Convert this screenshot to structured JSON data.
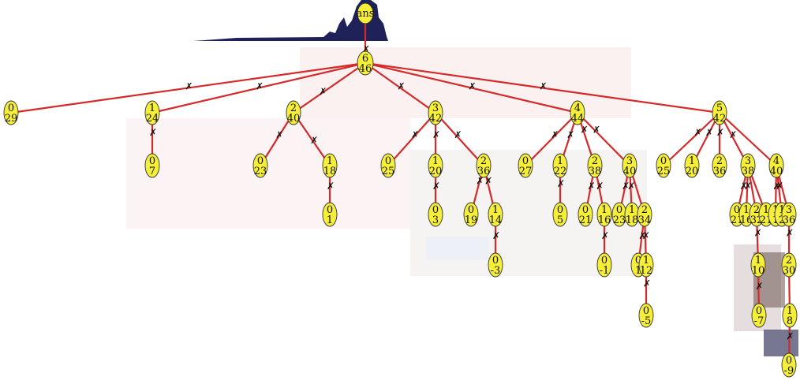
{
  "diagram": {
    "root_label": "ans",
    "cut_mark": "✗",
    "nodes": [
      {
        "id": "root",
        "a": "6",
        "b": "46"
      },
      {
        "id": "a0",
        "a": "0",
        "b": "29"
      },
      {
        "id": "a1",
        "a": "1",
        "b": "24"
      },
      {
        "id": "a2",
        "a": "2",
        "b": "40"
      },
      {
        "id": "a3",
        "a": "3",
        "b": "42"
      },
      {
        "id": "a4",
        "a": "4",
        "b": "44"
      },
      {
        "id": "a5",
        "a": "5",
        "b": "42"
      },
      {
        "id": "a1c0",
        "a": "0",
        "b": "7"
      },
      {
        "id": "a2c0",
        "a": "0",
        "b": "23"
      },
      {
        "id": "a2c1",
        "a": "1",
        "b": "18"
      },
      {
        "id": "a2c1c0",
        "a": "0",
        "b": "1"
      },
      {
        "id": "a3c0",
        "a": "0",
        "b": "25"
      },
      {
        "id": "a3c1",
        "a": "1",
        "b": "20"
      },
      {
        "id": "a3c2",
        "a": "2",
        "b": "36"
      },
      {
        "id": "a3c1c0",
        "a": "0",
        "b": "3"
      },
      {
        "id": "a3c2c0",
        "a": "0",
        "b": "19"
      },
      {
        "id": "a3c2c1",
        "a": "1",
        "b": "14"
      },
      {
        "id": "a3c2c1c0",
        "a": "0",
        "b": "-3"
      },
      {
        "id": "a4c0",
        "a": "0",
        "b": "27"
      },
      {
        "id": "a4c1",
        "a": "1",
        "b": "22"
      },
      {
        "id": "a4c2",
        "a": "2",
        "b": "38"
      },
      {
        "id": "a4c3",
        "a": "3",
        "b": "40"
      },
      {
        "id": "a4c1c0",
        "a": "0",
        "b": "5"
      },
      {
        "id": "a4c2c0",
        "a": "0",
        "b": "21"
      },
      {
        "id": "a4c2c1",
        "a": "1",
        "b": "16"
      },
      {
        "id": "a4c2c1c0",
        "a": "0",
        "b": "-1"
      },
      {
        "id": "a4c3c0",
        "a": "0",
        "b": "23"
      },
      {
        "id": "a4c3c1",
        "a": "1",
        "b": "18"
      },
      {
        "id": "a4c3c2",
        "a": "2",
        "b": "34"
      },
      {
        "id": "a4c3c2c0",
        "a": "0",
        "b": "1"
      },
      {
        "id": "a4c3c2c1",
        "a": "1",
        "b": "12"
      },
      {
        "id": "a4c3c2c1c0",
        "a": "0",
        "b": "-5"
      },
      {
        "id": "a5c0",
        "a": "0",
        "b": "25"
      },
      {
        "id": "a5c1",
        "a": "1",
        "b": "20"
      },
      {
        "id": "a5c2",
        "a": "2",
        "b": "36"
      },
      {
        "id": "a5c3",
        "a": "3",
        "b": "38"
      },
      {
        "id": "a5c4",
        "a": "4",
        "b": "40"
      },
      {
        "id": "a5c3c0",
        "a": "0",
        "b": "21"
      },
      {
        "id": "a5c3c1",
        "a": "1",
        "b": "16"
      },
      {
        "id": "a5c3c2",
        "a": "2",
        "b": "32"
      },
      {
        "id": "a5c3c3",
        "a": "1",
        "b": "21"
      },
      {
        "id": "a5c4c0",
        "a": "1",
        "b": "1"
      },
      {
        "id": "a5c4c1",
        "a": "1",
        "b": "2"
      },
      {
        "id": "a5c4c2",
        "a": "3",
        "b": "36"
      },
      {
        "id": "a5c3c2c0",
        "a": "1",
        "b": "10"
      },
      {
        "id": "a5c4c2c0",
        "a": "2",
        "b": "30"
      },
      {
        "id": "a5c3c2c0c0",
        "a": "0",
        "b": "-7"
      },
      {
        "id": "a5c4c2c0c0",
        "a": "1",
        "b": "8"
      },
      {
        "id": "a5c4c2c0c0c0",
        "a": "0",
        "b": "-9"
      }
    ]
  },
  "colors": {
    "edge": "#d42a2a",
    "node_fill": "#f6ef3a",
    "node_stroke": "#333333",
    "root_shape": "#1f2258"
  }
}
